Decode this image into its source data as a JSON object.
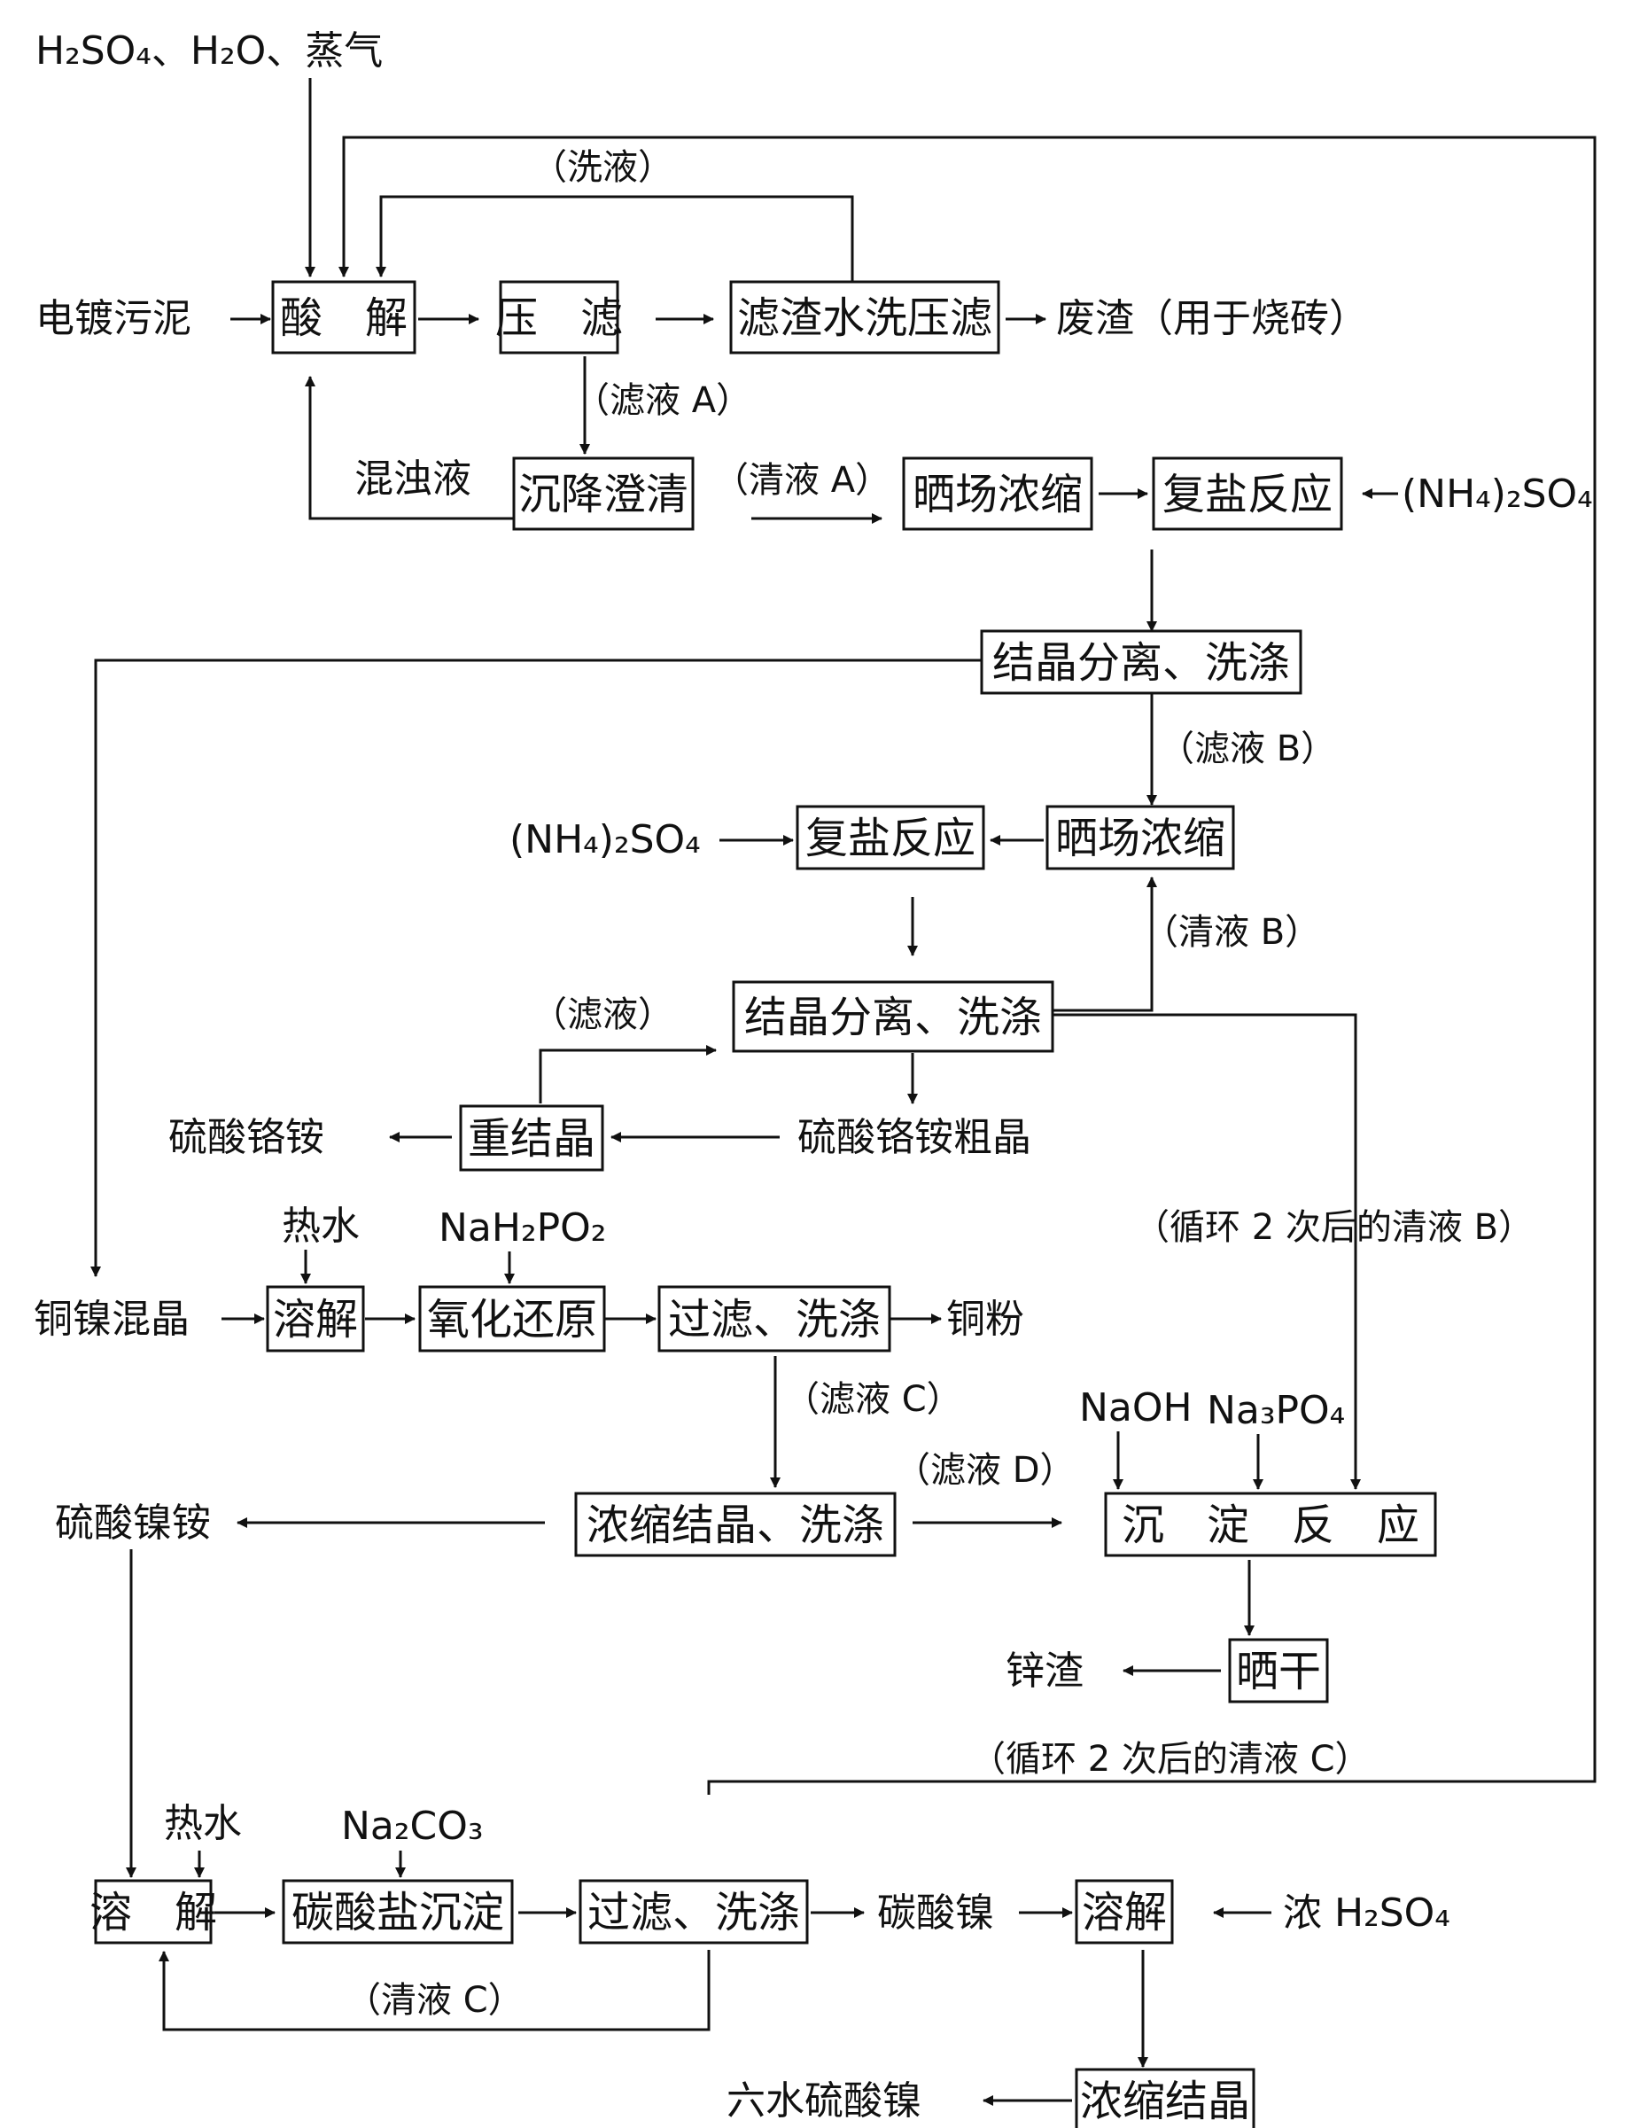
{
  "nodes": {
    "reagent_top": "H₂SO₄、H₂O、蒸气",
    "sludge": "电镀污泥",
    "acid_dissolve": "酸　解",
    "press_filter": "压　滤",
    "residue_wash": "滤渣水洗压滤",
    "waste_residue": "废渣（用于烧砖）",
    "turbid": "混浊液",
    "settle": "沉降澄清",
    "sun_conc_1": "晒场浓缩",
    "double_salt_1": "复盐反应",
    "ammonium_sulfate_1": "(NH₄)₂SO₄",
    "crystal_sep_1": "结晶分离、洗涤",
    "ammonium_sulfate_2": "(NH₄)₂SO₄",
    "double_salt_2": "复盐反应",
    "sun_conc_2": "晒场浓缩",
    "crystal_sep_2": "结晶分离、洗涤",
    "chrome_product": "硫酸铬铵",
    "recrystal": "重结晶",
    "chrome_crude": "硫酸铬铵粗晶",
    "hot_water_1": "热水",
    "hypophosphite": "NaH₂PO₂",
    "cu_ni_mix": "铜镍混晶",
    "dissolve_1": "溶解",
    "redox": "氧化还原",
    "filter_wash_1": "过滤、洗涤",
    "copper_powder": "铜粉",
    "naoh": "NaOH",
    "na3po4": "Na₃PO₄",
    "ni_ammonium_sulfate": "硫酸镍铵",
    "conc_crystal_wash": "浓缩结晶、洗涤",
    "precipitation": "沉　淀　反　应",
    "zinc_residue": "锌渣",
    "sun_dry": "晒干",
    "hot_water_2": "热水",
    "sodium_carbonate": "Na₂CO₃",
    "dissolve_2": "溶　解",
    "carbonate_precip": "碳酸盐沉淀",
    "filter_wash_2": "过滤、洗涤",
    "nickel_carbonate": "碳酸镍",
    "dissolve_3": "溶解",
    "conc_h2so4": "浓 H₂SO₄",
    "nickel_sulfate_hexahydrate": "六水硫酸镍",
    "conc_crystal": "浓缩结晶"
  },
  "labels": {
    "wash_liquid": "（洗液）",
    "filtrate_a": "（滤液 A）",
    "clear_a": "（清液 A）",
    "filtrate_b": "（滤液 B）",
    "clear_b": "（清液 B）",
    "filtrate": "（滤液）",
    "cycle_clear_b": "（循环 2 次后的清液 B）",
    "filtrate_c": "（滤液 C）",
    "filtrate_d": "（滤液 D）",
    "cycle_clear_c": "（循环 2 次后的清液 C）",
    "clear_c": "（清液 C）"
  }
}
